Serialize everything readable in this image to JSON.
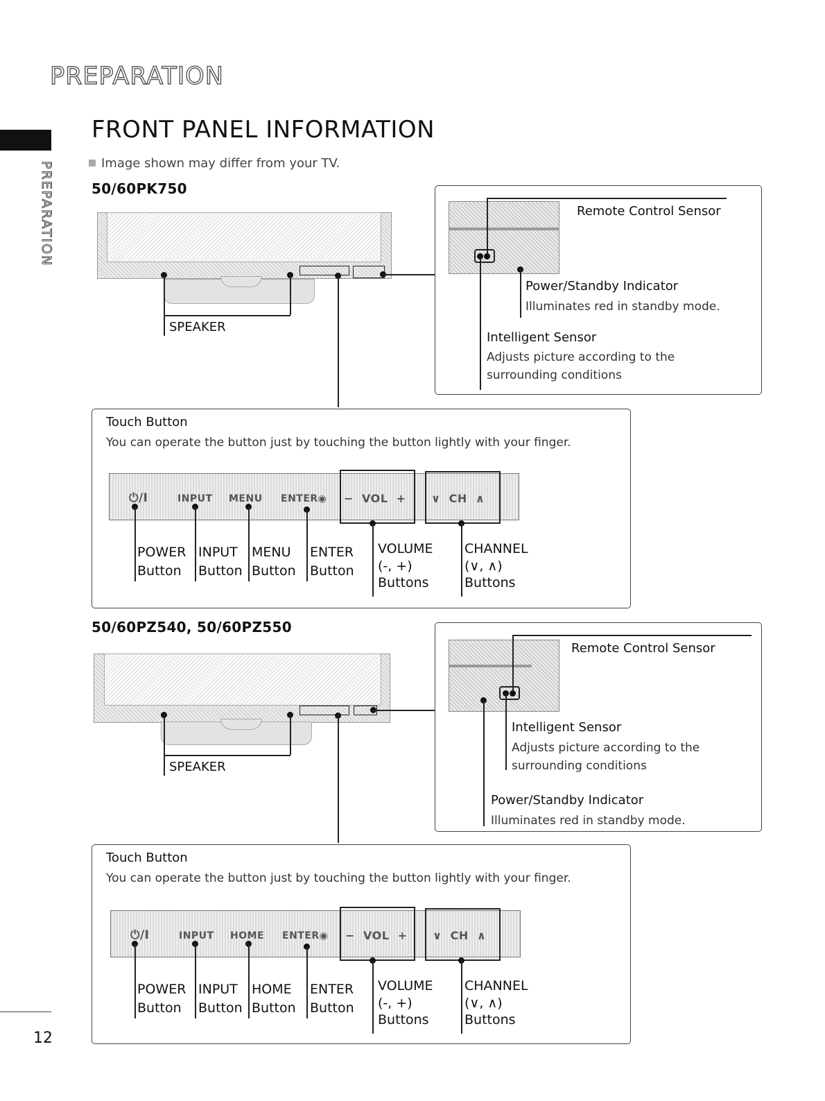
{
  "section_header": "PREPARATION",
  "side_tab_label": "PREPARATION",
  "page_title": "FRONT PANEL INFORMATION",
  "note": "Image shown may differ from your TV.",
  "page_number": "12",
  "models": [
    {
      "name": "50/60PK750",
      "speaker_label": "SPEAKER",
      "remote_sensor": "Remote Control Sensor",
      "power_indicator_title": "Power/Standby Indicator",
      "power_indicator_desc": "Illuminates red in standby mode.",
      "intelligent_title": "Intelligent Sensor",
      "intelligent_desc_1": "Adjusts picture according to the",
      "intelligent_desc_2": "surrounding conditions",
      "touch_title": "Touch Button",
      "touch_desc": "You can operate the button just by touching the button lightly with your finger.",
      "panel_labels": [
        "⏻/I",
        "INPUT",
        "MENU",
        "ENTER◉",
        "−  VOL  +",
        "∨  CH  ∧"
      ],
      "buttons": [
        {
          "l1": "POWER",
          "l2": "Button",
          "l3": ""
        },
        {
          "l1": "INPUT",
          "l2": "Button",
          "l3": ""
        },
        {
          "l1": "MENU",
          "l2": "Button",
          "l3": ""
        },
        {
          "l1": "ENTER",
          "l2": "Button",
          "l3": ""
        },
        {
          "l1": "VOLUME",
          "l2": "(-, +)",
          "l3": "Buttons"
        },
        {
          "l1": "CHANNEL",
          "l2": "(∨, ∧)",
          "l3": "Buttons"
        }
      ]
    },
    {
      "name": "50/60PZ540, 50/60PZ550",
      "speaker_label": "SPEAKER",
      "remote_sensor": "Remote Control Sensor",
      "intelligent_title": "Intelligent Sensor",
      "intelligent_desc_1": "Adjusts picture according to the",
      "intelligent_desc_2": "surrounding conditions",
      "power_indicator_title": "Power/Standby Indicator",
      "power_indicator_desc": "Illuminates red in standby mode.",
      "touch_title": "Touch Button",
      "touch_desc": "You can operate the button just by touching the button lightly with your finger.",
      "panel_labels": [
        "⏻/I",
        "INPUT",
        "HOME",
        "ENTER◉",
        "−  VOL  +",
        "∨  CH  ∧"
      ],
      "buttons": [
        {
          "l1": "POWER",
          "l2": "Button",
          "l3": ""
        },
        {
          "l1": "INPUT",
          "l2": "Button",
          "l3": ""
        },
        {
          "l1": "HOME",
          "l2": "Button",
          "l3": ""
        },
        {
          "l1": "ENTER",
          "l2": "Button",
          "l3": ""
        },
        {
          "l1": "VOLUME",
          "l2": "(-, +)",
          "l3": "Buttons"
        },
        {
          "l1": "CHANNEL",
          "l2": "(∨, ∧)",
          "l3": "Buttons"
        }
      ]
    }
  ]
}
